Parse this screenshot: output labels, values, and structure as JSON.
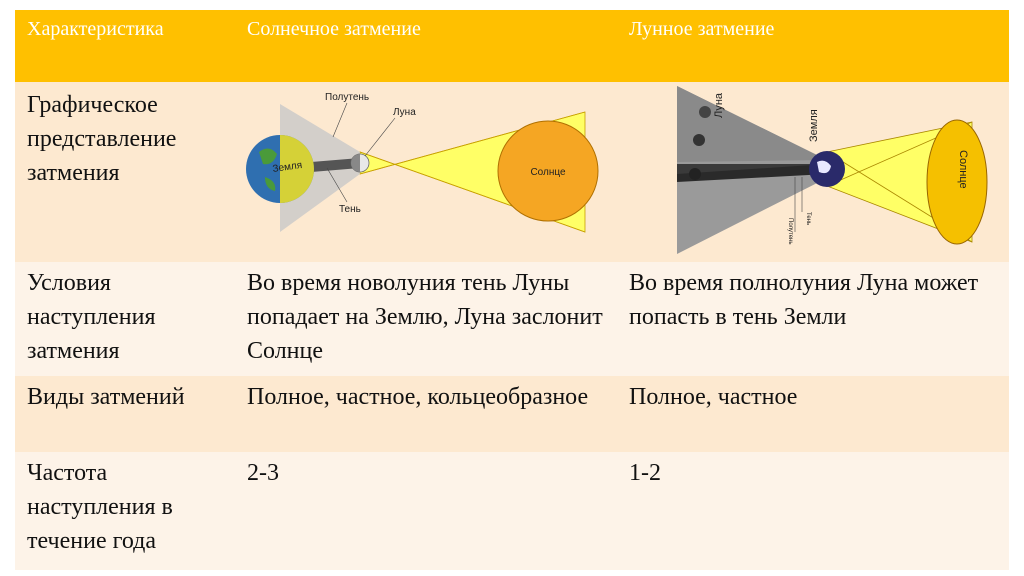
{
  "table": {
    "headers": [
      "Характеристика",
      "Солнечное затмение",
      "Лунное затмение"
    ],
    "rows": [
      {
        "label": "Графическое представление затмения"
      },
      {
        "label": "Условия наступления затмения",
        "solar": "Во время новолуния тень Луны попадает на Землю, Луна заслонит Солнце",
        "lunar": "Во время полнолуния Луна может попасть в тень Земли"
      },
      {
        "label": "Виды затмений",
        "solar": "Полное, частное, кольцеобразное",
        "lunar": "Полное, частное"
      },
      {
        "label": "Частота наступления в течение года",
        "solar": "2-3",
        "lunar": "1-2"
      }
    ]
  },
  "solar_diagram": {
    "earth": "Земля",
    "penumbra": "Полутень",
    "moon": "Луна",
    "shadow": "Тень",
    "sun": "Солнце"
  },
  "lunar_diagram": {
    "moon": "Луна",
    "earth": "Земля",
    "sun": "Солнце",
    "shadow": "Тень",
    "penumbra": "Полутень"
  },
  "colors": {
    "header": "#ffc000",
    "row_dark": "#fde9d0",
    "row_light": "#fdf3e8",
    "sun": "#f5a623",
    "beam": "#ffff66"
  }
}
